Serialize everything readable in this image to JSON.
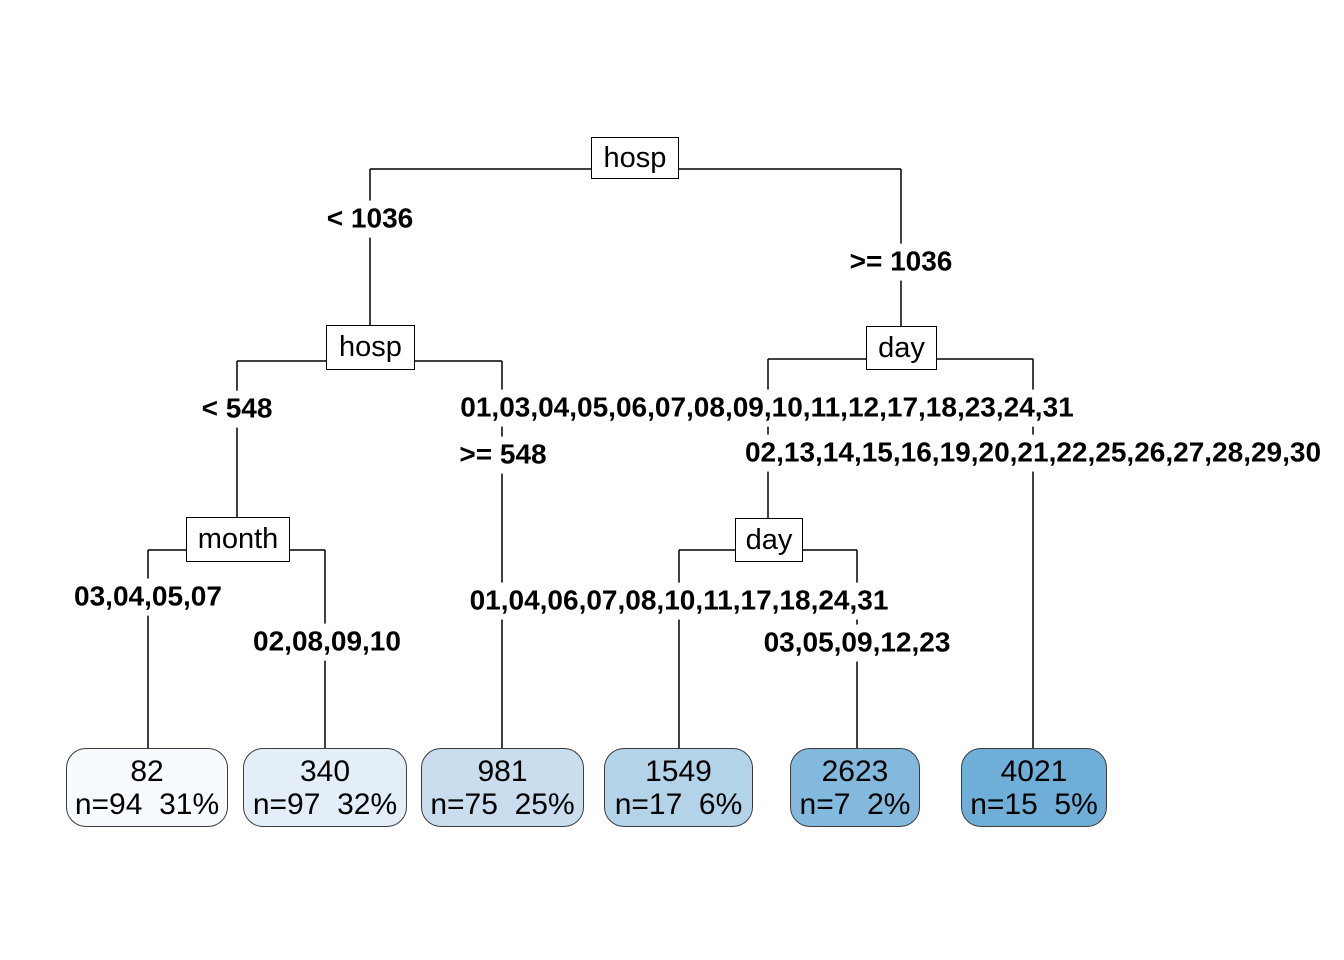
{
  "figure": {
    "background_color": "#ffffff",
    "line_color": "#000000",
    "text_color": "#000000",
    "node_box_fill": "#ffffff",
    "leaf_border_color": "#3c3c3c"
  },
  "tree": {
    "internal_nodes": [
      {
        "label": "hosp",
        "left_split": "< 1036",
        "right_split": ">= 1036"
      },
      {
        "label": "hosp",
        "left_split": "< 548",
        "right_split": ">= 548"
      },
      {
        "label": "day",
        "left_split": "01,03,04,05,06,07,08,09,10,11,12,17,18,23,24,31",
        "right_split": "02,13,14,15,16,19,20,21,22,25,26,27,28,29,30"
      },
      {
        "label": "month",
        "left_split": "03,04,05,07",
        "right_split": "02,08,09,10"
      },
      {
        "label": "day",
        "left_split": "01,04,06,07,08,10,11,17,18,24,31",
        "right_split": "03,05,09,12,23"
      }
    ],
    "leaves": [
      {
        "value": "82",
        "stats": "n=94  31%",
        "fill": "#F7FBFF"
      },
      {
        "value": "340",
        "stats": "n=97  32%",
        "fill": "#E3EEF8"
      },
      {
        "value": "981",
        "stats": "n=75  25%",
        "fill": "#C9DDEF"
      },
      {
        "value": "1549",
        "stats": "n=17  6%",
        "fill": "#B3D3E9"
      },
      {
        "value": "2623",
        "stats": "n=7  2%",
        "fill": "#82B9DC"
      },
      {
        "value": "4021",
        "stats": "n=15  5%",
        "fill": "#6FAED6"
      }
    ]
  }
}
